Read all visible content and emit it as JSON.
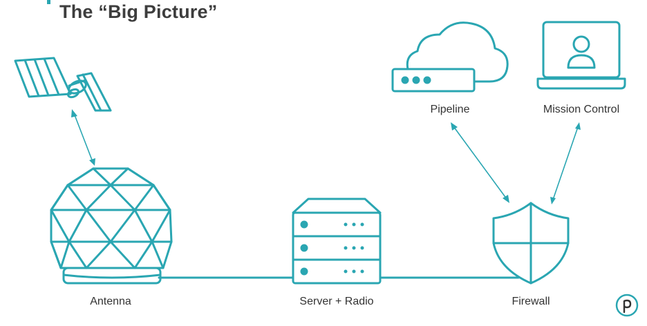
{
  "slide": {
    "title": "The “Big Picture”"
  },
  "nodes": {
    "antenna": "Antenna",
    "server_radio": "Server + Radio",
    "firewall": "Firewall",
    "pipeline": "Pipeline",
    "mission_control": "Mission Control"
  },
  "colors": {
    "accent": "#2aa6b2",
    "title": "#3d3d3d",
    "label": "#333333"
  },
  "icons": {
    "satellite": "satellite-icon",
    "antenna": "geodesic-dome-antenna-icon",
    "server": "server-stack-icon",
    "firewall": "shield-icon",
    "pipeline": "cloud-server-icon",
    "mission_control": "laptop-user-icon",
    "brand": "p-logo-icon"
  }
}
